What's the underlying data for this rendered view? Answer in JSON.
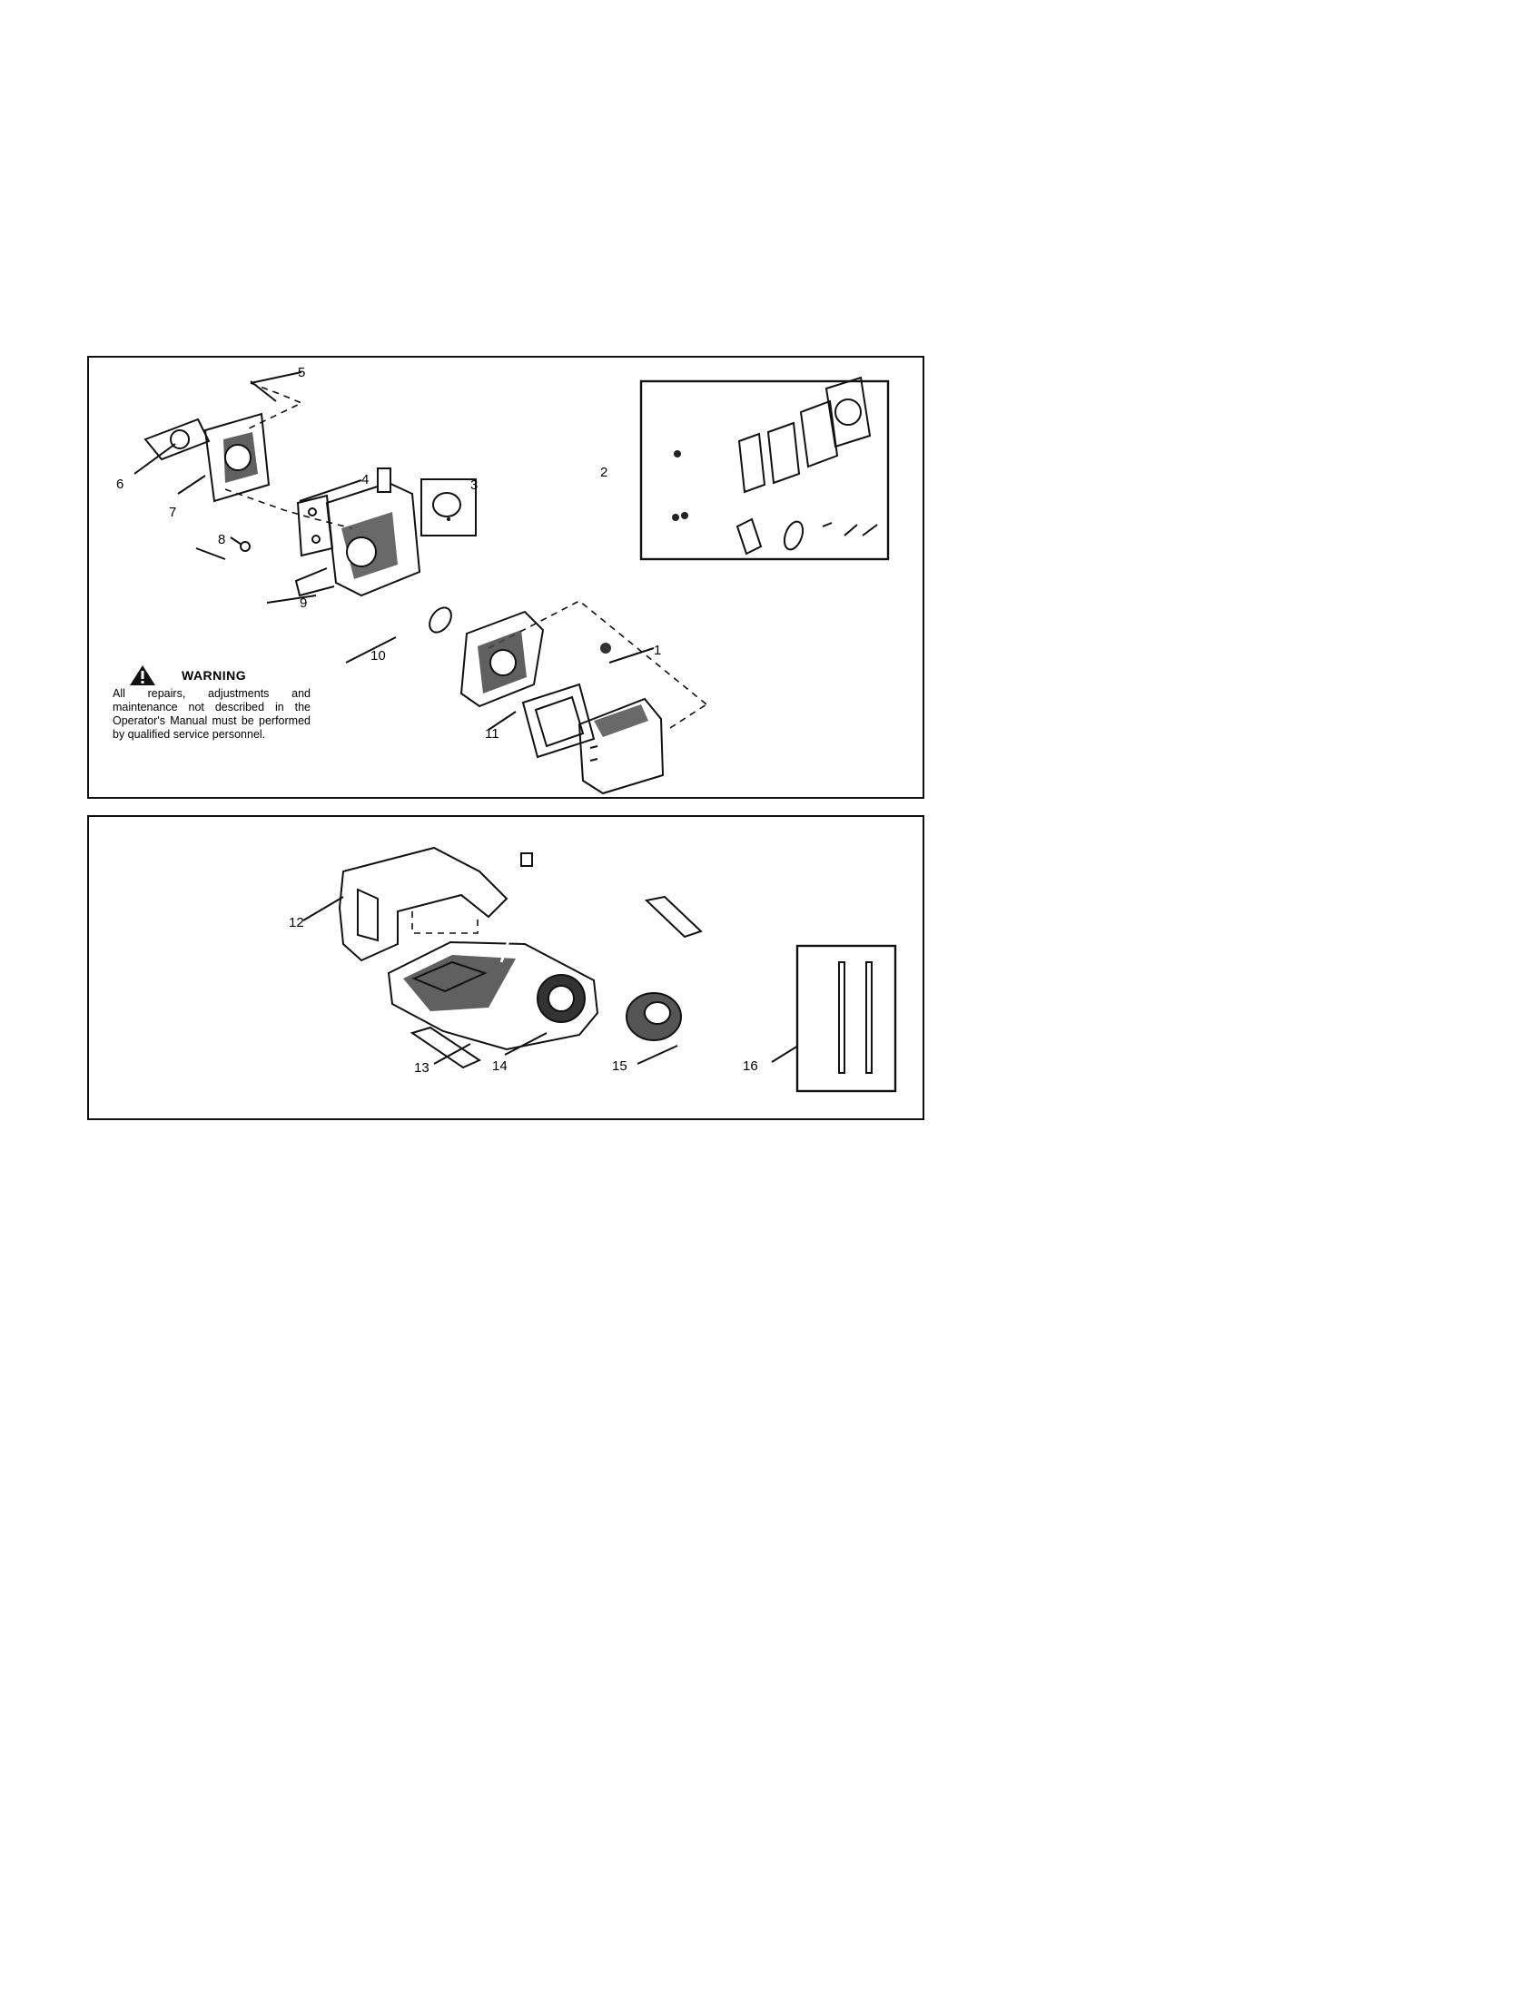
{
  "top_panel": {
    "callouts": [
      "1",
      "2",
      "3",
      "4",
      "5",
      "6",
      "7",
      "8",
      "9",
      "10",
      "11"
    ],
    "warning": {
      "title": "WARNING",
      "text": "All repairs, adjustments and maintenance not described in the Operator's Manual must be performed by qualified service personnel."
    }
  },
  "bottom_panel": {
    "callouts": [
      "12",
      "13",
      "14",
      "15",
      "16"
    ]
  }
}
